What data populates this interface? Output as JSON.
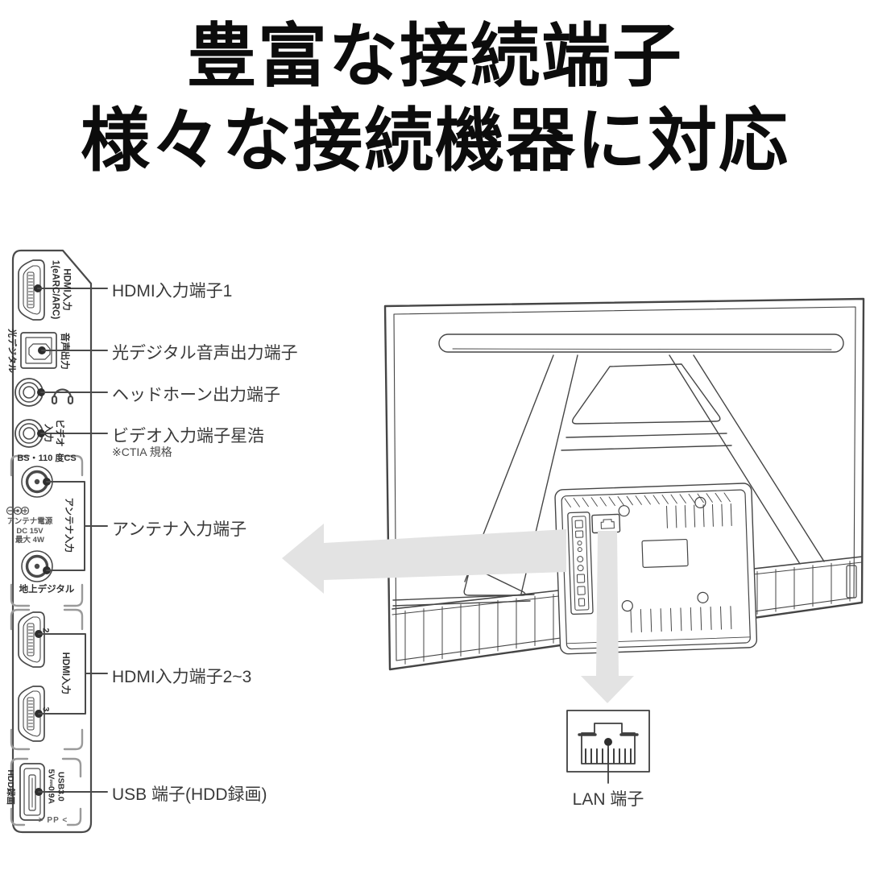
{
  "title": {
    "line1": "豊富な接続端子",
    "line2": "様々な接続機器に対応"
  },
  "callouts": {
    "hdmi1": "HDMI入力端子1",
    "optical": "光デジタル音声出力端子",
    "headphone": "ヘッドホーン出力端子",
    "video": "ビデオ入力端子星浩",
    "video_note": "※CTIA 規格",
    "antenna": "アンテナ入力端子",
    "hdmi23": "HDMI入力端子2~3",
    "usb": "USB 端子(HDD録画)",
    "lan": "LAN 端子"
  },
  "panel": {
    "hdmi1": "HDMI入力\n1(eARC/ARC)",
    "optical_type": "光デジタル",
    "optical_io": "音声出力",
    "video": "ビデオ\n入力",
    "bs": "BS・110 度CS",
    "ant_power": "アンテナ電源\nDC 15V\n最大 4W",
    "ant_in": "アンテナ入力",
    "terrestrial": "地上デジタル",
    "hdmi2_no": "2",
    "hdmi3_no": "3",
    "hdmi23": "HDMI入力",
    "usb_spec": "USB3.0\n5V⎓0.9A",
    "usb_rec": "HDD録画",
    "pp": "> PP <"
  },
  "colors": {
    "line": "#4a4a4a",
    "arrow": "#e3e3e3",
    "text": "#3a3a3a",
    "title": "#0c0c0c"
  }
}
